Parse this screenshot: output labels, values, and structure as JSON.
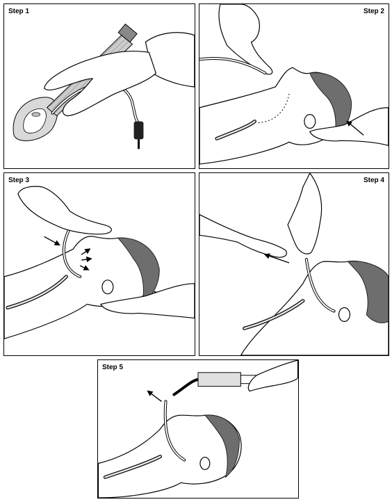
{
  "steps": [
    {
      "label": "Step 1"
    },
    {
      "label": "Step 2"
    },
    {
      "label": "Step 3"
    },
    {
      "label": "Step 4"
    },
    {
      "label": "Step 5"
    }
  ]
}
